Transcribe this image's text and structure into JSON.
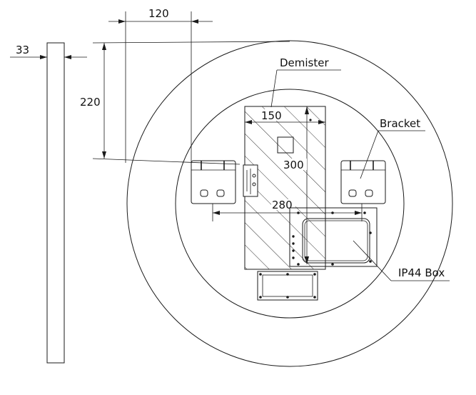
{
  "labels": {
    "demister": "Demister",
    "bracket": "Bracket",
    "ip44_box": "IP44 Box"
  },
  "dimensions": {
    "thickness": "33",
    "bracket_width": "120",
    "bracket_height_from_top": "220",
    "demister_width": "150",
    "demister_height": "300",
    "bracket_spacing": "280"
  },
  "colors": {
    "line": "#1a1a1a",
    "background": "#ffffff"
  }
}
